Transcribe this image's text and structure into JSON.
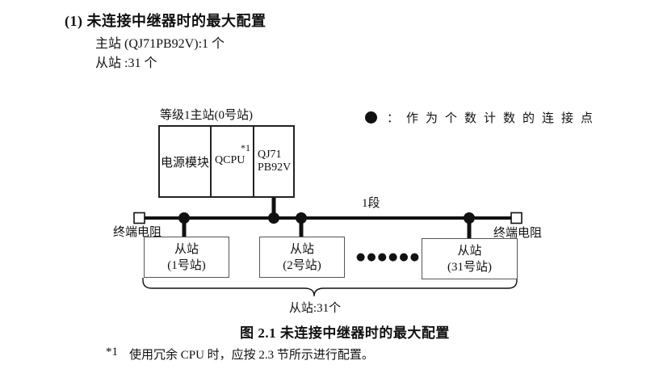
{
  "header": {
    "title": "(1) 未连接中继器时的最大配置",
    "master_line": "主站 (QJ71PB92V):1 个",
    "slave_line": "从站 :31 个"
  },
  "figure": {
    "master_label": "等级1主站(0号站)",
    "master_box": {
      "power_module": "电源模块",
      "cpu": "QCPU",
      "cpu_footnote_ref": "*1",
      "network_module_line1": "QJ71",
      "network_module_line2": "PB92V"
    },
    "legend": {
      "icon": "filled-circle",
      "separator": "：",
      "text": "作为个数计数的连接点"
    },
    "segment_label": "1段",
    "terminator_left_label": "终端电阻",
    "terminator_right_label": "终端电阻",
    "terminator_icon": "open-square",
    "slaves": [
      {
        "line1": "从站",
        "line2": "(1号站)"
      },
      {
        "line1": "从站",
        "line2": "(2号站)"
      },
      {
        "line1": "从站",
        "line2": "(31号站)"
      }
    ],
    "ellipsis": "●●●●●●",
    "brace_label": "从站:31个",
    "colors": {
      "line": "#111111",
      "connection_point": "#111111",
      "background": "#ffffff"
    }
  },
  "caption": "图 2.1 未连接中继器时的最大配置",
  "footnote": {
    "marker": "*1",
    "text": "使用冗余 CPU 时，应按 2.3 节所示进行配置。"
  }
}
